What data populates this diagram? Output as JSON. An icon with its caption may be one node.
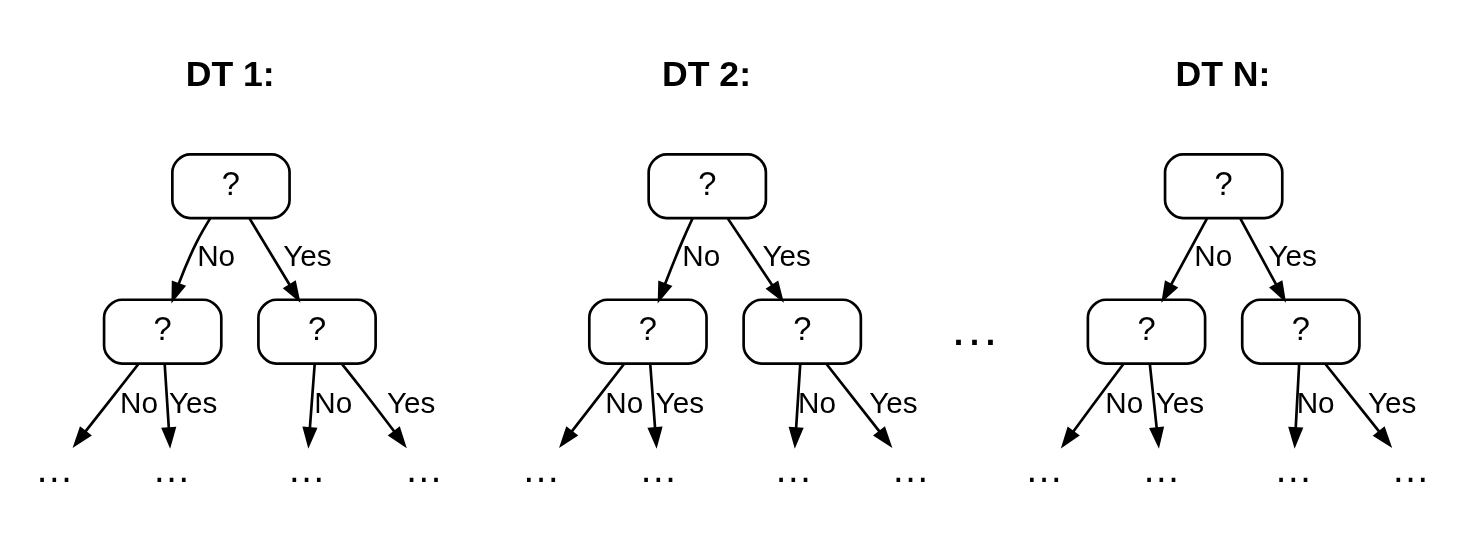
{
  "diagram": {
    "nodes": [
      {
        "text": [
          "?"
        ]
      },
      {
        "text": [
          "?"
        ]
      },
      {
        "text": [
          "?"
        ]
      },
      {
        "text": [
          "…"
        ]
      },
      {
        "text": [
          "…"
        ]
      },
      {
        "text": [
          "…"
        ]
      },
      {
        "text": [
          "…"
        ]
      },
      {
        "text": [
          "?"
        ]
      },
      {
        "text": [
          "?"
        ]
      },
      {
        "text": [
          "?"
        ]
      },
      {
        "text": [
          "…"
        ]
      },
      {
        "text": [
          "…"
        ]
      },
      {
        "text": [
          "…"
        ]
      },
      {
        "text": [
          "…"
        ]
      },
      {
        "text": [
          "?"
        ]
      },
      {
        "text": [
          "?"
        ]
      },
      {
        "text": [
          "?"
        ]
      },
      {
        "text": [
          "…"
        ]
      },
      {
        "text": [
          "…"
        ]
      },
      {
        "text": [
          "…"
        ]
      },
      {
        "text": [
          "…"
        ]
      }
    ],
    "edges": [
      {
        "from": 0,
        "to": 1,
        "arrow": "to",
        "label": "No"
      },
      {
        "from": 0,
        "to": 2,
        "arrow": "to",
        "label": "Yes"
      },
      {
        "from": 1,
        "to": 3,
        "arrow": "to",
        "label": "No"
      },
      {
        "from": 1,
        "to": 4,
        "arrow": "to",
        "label": "Yes"
      },
      {
        "from": 2,
        "to": 5,
        "arrow": "to",
        "label": "No"
      },
      {
        "from": 2,
        "to": 6,
        "arrow": "to",
        "label": "Yes"
      },
      {
        "from": 7,
        "to": 8,
        "arrow": "to",
        "label": "No"
      },
      {
        "from": 7,
        "to": 9,
        "arrow": "to",
        "label": "Yes"
      },
      {
        "from": 8,
        "to": 10,
        "arrow": "to",
        "label": "No"
      },
      {
        "from": 8,
        "to": 11,
        "arrow": "to",
        "label": "Yes"
      },
      {
        "from": 9,
        "to": 12,
        "arrow": "to",
        "label": "No"
      },
      {
        "from": 9,
        "to": 13,
        "arrow": "to",
        "label": "Yes"
      },
      {
        "from": 14,
        "to": 15,
        "arrow": "to",
        "label": "No"
      },
      {
        "from": 14,
        "to": 16,
        "arrow": "to",
        "label": "Yes"
      },
      {
        "from": 15,
        "to": 17,
        "arrow": "to",
        "label": "No"
      },
      {
        "from": 15,
        "to": 18,
        "arrow": "to",
        "label": "Yes"
      },
      {
        "from": 16,
        "to": 19,
        "arrow": "to",
        "label": "No"
      },
      {
        "from": 16,
        "to": 20,
        "arrow": "to",
        "label": "Yes"
      }
    ],
    "labels": [
      "DT 1:",
      "DT 2:",
      "DT N:",
      "…"
    ]
  }
}
